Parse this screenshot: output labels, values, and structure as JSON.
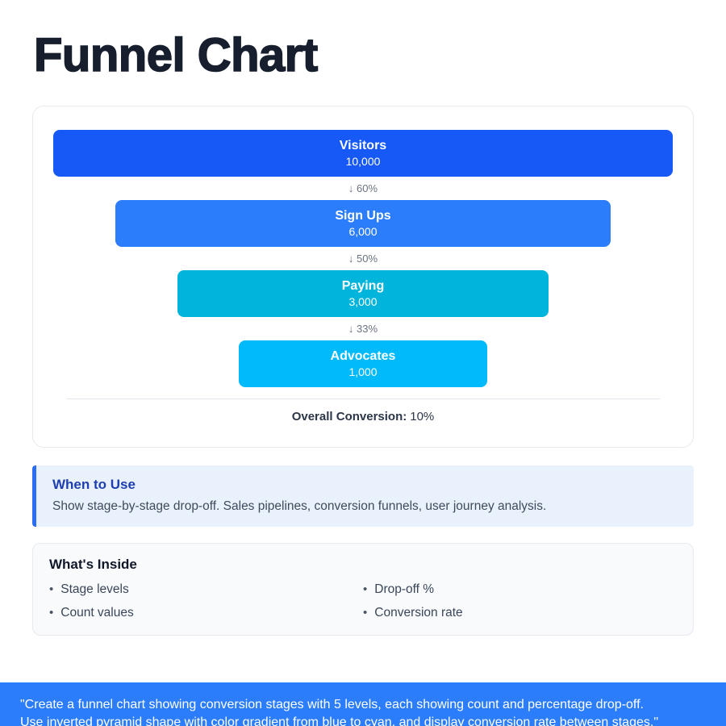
{
  "page": {
    "title": "Funnel Chart"
  },
  "funnel": {
    "stages": [
      {
        "label": "Visitors",
        "value": "10,000",
        "color": "#1659f7",
        "width_pct": 100
      },
      {
        "label": "Sign Ups",
        "value": "6,000",
        "color": "#2b7dfb",
        "width_pct": 80
      },
      {
        "label": "Paying",
        "value": "3,000",
        "color": "#00b4dc",
        "width_pct": 60
      },
      {
        "label": "Advocates",
        "value": "1,000",
        "color": "#00bafc",
        "width_pct": 40
      }
    ],
    "dropoffs": [
      "↓ 60%",
      "↓ 50%",
      "↓ 33%"
    ],
    "overall_label": "Overall Conversion:",
    "overall_value": "10%"
  },
  "when_to_use": {
    "title": "When to Use",
    "body": "Show stage-by-stage drop-off. Sales pipelines, conversion funnels, user journey analysis."
  },
  "whats_inside": {
    "title": "What's Inside",
    "items_left": [
      "Stage levels",
      "Count values"
    ],
    "items_right": [
      "Drop-off %",
      "Conversion rate"
    ]
  },
  "footer": {
    "lines": [
      "\"Create a funnel chart showing conversion stages with 5 levels, each showing count and percentage drop-off.",
      "Use inverted pyramid shape with color gradient from blue to cyan, and display conversion rate between stages.\""
    ]
  },
  "colors": {
    "title_text": "#171e2e",
    "stage_gradient_start": "#1659f7",
    "stage_gradient_end": "#00bafc",
    "dropoff_text": "#6b7280",
    "when_box_bg": "#e9f1fd",
    "when_box_border": "#2b6ef5",
    "when_title_text": "#1e3faf",
    "inside_box_bg": "#f8fafc",
    "footer_bg": "#2b7dfb"
  },
  "chart_data": {
    "type": "funnel",
    "title": "Funnel Chart",
    "categories": [
      "Visitors",
      "Sign Ups",
      "Paying",
      "Advocates"
    ],
    "values": [
      10000,
      6000,
      3000,
      1000
    ],
    "dropoff_pct_between_stages": [
      60,
      50,
      33
    ],
    "overall_conversion_pct": 10,
    "bar_width_pct": [
      100,
      80,
      60,
      40
    ],
    "colors": [
      "#1659f7",
      "#2b7dfb",
      "#00b4dc",
      "#00bafc"
    ],
    "legend": "none",
    "orientation": "inverted-pyramid"
  }
}
